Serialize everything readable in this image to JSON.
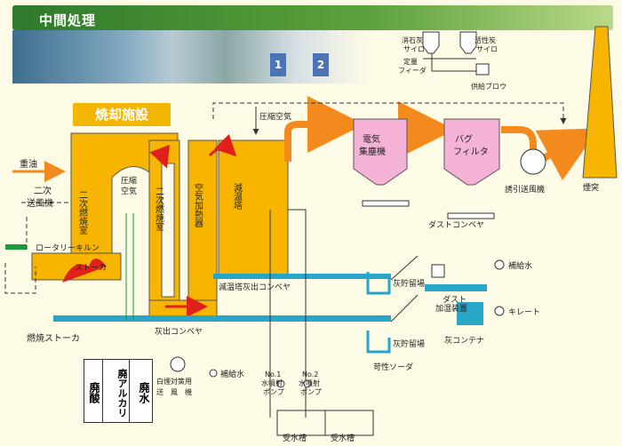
{
  "header": {
    "title": "中間処理"
  },
  "photo": {
    "plate_1": "1",
    "plate_2": "2"
  },
  "badge": "焼却施設",
  "labels": {
    "heavy_oil": "重油",
    "secondary_fan": [
      "二次",
      "送風機"
    ],
    "rotary_kiln": "ロータリーキルン",
    "stoker": "ストーカ",
    "combustion_stoker": "燃焼ストーカ",
    "secondary_combustion_1": "二次燃焼室",
    "secondary_combustion_2": "二次燃焼室",
    "compressed_air_1": [
      "圧縮",
      "空気"
    ],
    "compressed_air_2": "圧縮空気",
    "air_heater": "空気加熱器",
    "cooling_tower": "減温塔",
    "cooling_ash_conveyor": "減温塔灰出コンベヤ",
    "ash_conveyor": "灰出コンベヤ",
    "esp": [
      "電気",
      "集塵機"
    ],
    "bag_filter": [
      "バグ",
      "フィルタ"
    ],
    "induced_fan": "誘引送風機",
    "chimney": "煙突",
    "lime_silo": [
      "消石灰",
      "サイロ"
    ],
    "carbon_silo": [
      "活性炭",
      "サイロ"
    ],
    "feeder": [
      "定量",
      "フィーダ"
    ],
    "blower": "供給ブロウ",
    "dust_conveyor": "ダストコンベヤ",
    "ash_pit_1": "灰貯留場",
    "ash_pit_2": "灰貯留場",
    "dust_humidifier": [
      "ダスト",
      "加湿装置"
    ],
    "makeup_water_1": "補給水",
    "makeup_water_2": "補給水",
    "chelate": "キレート",
    "ash_container": "灰コンテナ",
    "caustic_soda": "苛性ソーダ",
    "pump_1": [
      "No.1",
      "水噴射",
      "ポンプ"
    ],
    "pump_2": [
      "No.2",
      "水噴射",
      "ポンプ"
    ],
    "water_tank_1": "受水槽",
    "water_tank_2": "受水槽",
    "smoke_fan": [
      "白煙対策用",
      "送　風　機"
    ]
  },
  "waste_boxes": {
    "acid": "廃酸",
    "alkali": "廃アルカリ",
    "water": "廃水"
  }
}
